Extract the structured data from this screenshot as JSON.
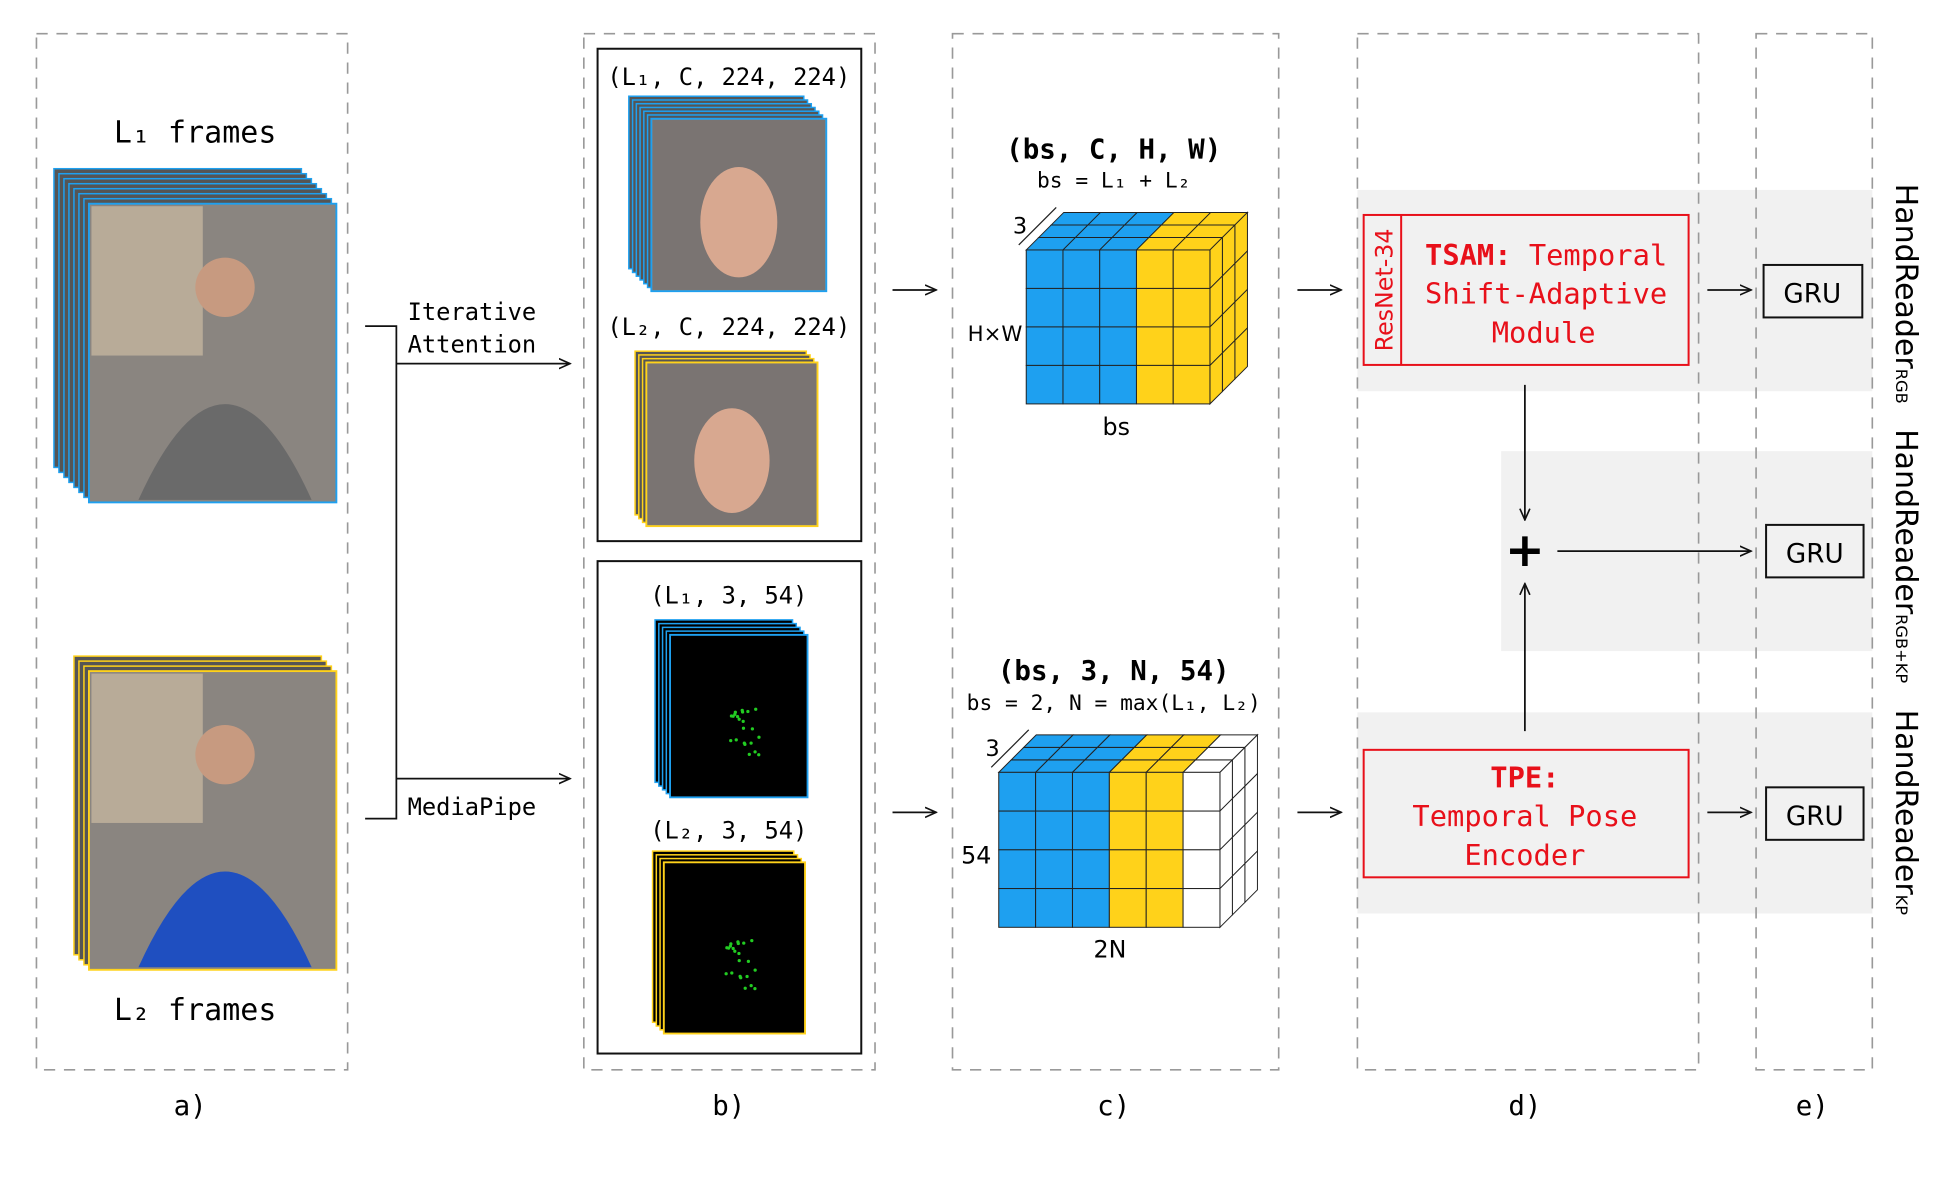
{
  "panel_a": {
    "top_label": "L₁ frames",
    "bottom_label": "L₂ frames",
    "caption": "a)"
  },
  "connector": {
    "iterative_line1": "Iterative",
    "iterative_line2": "Attention",
    "mediapipe": "MediaPipe"
  },
  "panel_b": {
    "rgb_l1_shape": "(L₁, C, 224, 224)",
    "rgb_l2_shape": "(L₂, C, 224, 224)",
    "kp_l1_shape": "(L₁, 3, 54)",
    "kp_l2_shape": "(L₂, 3, 54)",
    "caption": "b)"
  },
  "panel_c": {
    "rgb_tensor": "(bs, C, H, W)",
    "rgb_bs": "bs = L₁ + L₂",
    "rgb_depth": "3",
    "rgb_height": "H×W",
    "rgb_width": "bs",
    "kp_tensor": "(bs, 3, N, 54)",
    "kp_bs": "bs = 2, N = max(L₁, L₂)",
    "kp_depth": "3",
    "kp_height": "54",
    "kp_width": "2N",
    "caption": "c)"
  },
  "panel_d": {
    "backbone": "ResNet-34",
    "tsam_bold": "TSAM:",
    "tsam_line1": " Temporal",
    "tsam_line2": "Shift-Adaptive",
    "tsam_line3": "Module",
    "tpe_bold": "TPE:",
    "tpe_line2": "Temporal Pose",
    "tpe_line3": "Encoder",
    "fusion": "+",
    "caption": "d)"
  },
  "panel_e": {
    "gru_labels": [
      "GRU",
      "GRU",
      "GRU"
    ],
    "caption": "e)"
  },
  "models": [
    {
      "name": "HandReader",
      "sub": "RGB"
    },
    {
      "name": "HandReader",
      "sub": "RGB+KP"
    },
    {
      "name": "HandReader",
      "sub": "KP"
    }
  ],
  "colors": {
    "blue": "#1ea0f0",
    "yellow": "#ffd21a",
    "red": "#e8101a",
    "keypoint": "#22cc22"
  }
}
